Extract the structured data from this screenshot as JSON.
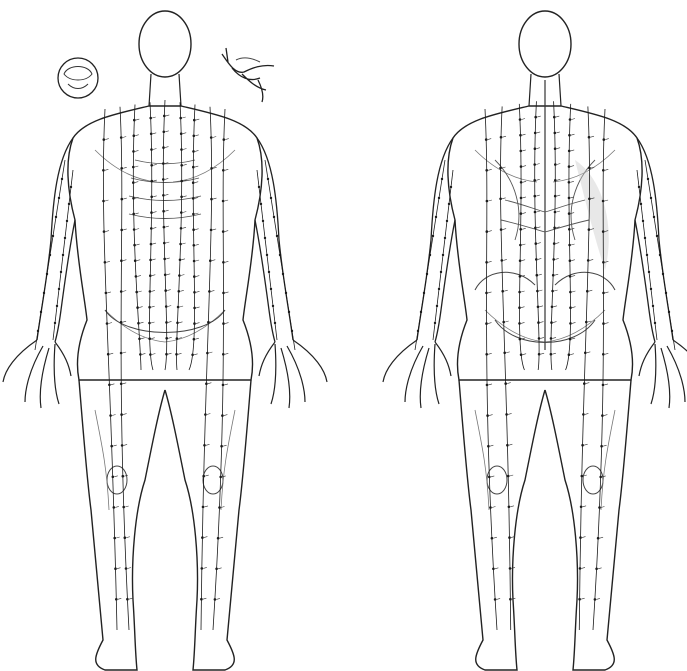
{
  "figures": [
    {
      "view": "front",
      "meridian_count": 9,
      "point_markers_per_meridian": 16
    },
    {
      "view": "back",
      "meridian_count": 8,
      "point_markers_per_meridian": 16
    }
  ],
  "inset_details": [
    "ear",
    "hands"
  ],
  "colors": {
    "ink": "#1a1a1a",
    "outline": "#222222",
    "paper": "#ffffff",
    "shade": "#bbbbbb"
  }
}
